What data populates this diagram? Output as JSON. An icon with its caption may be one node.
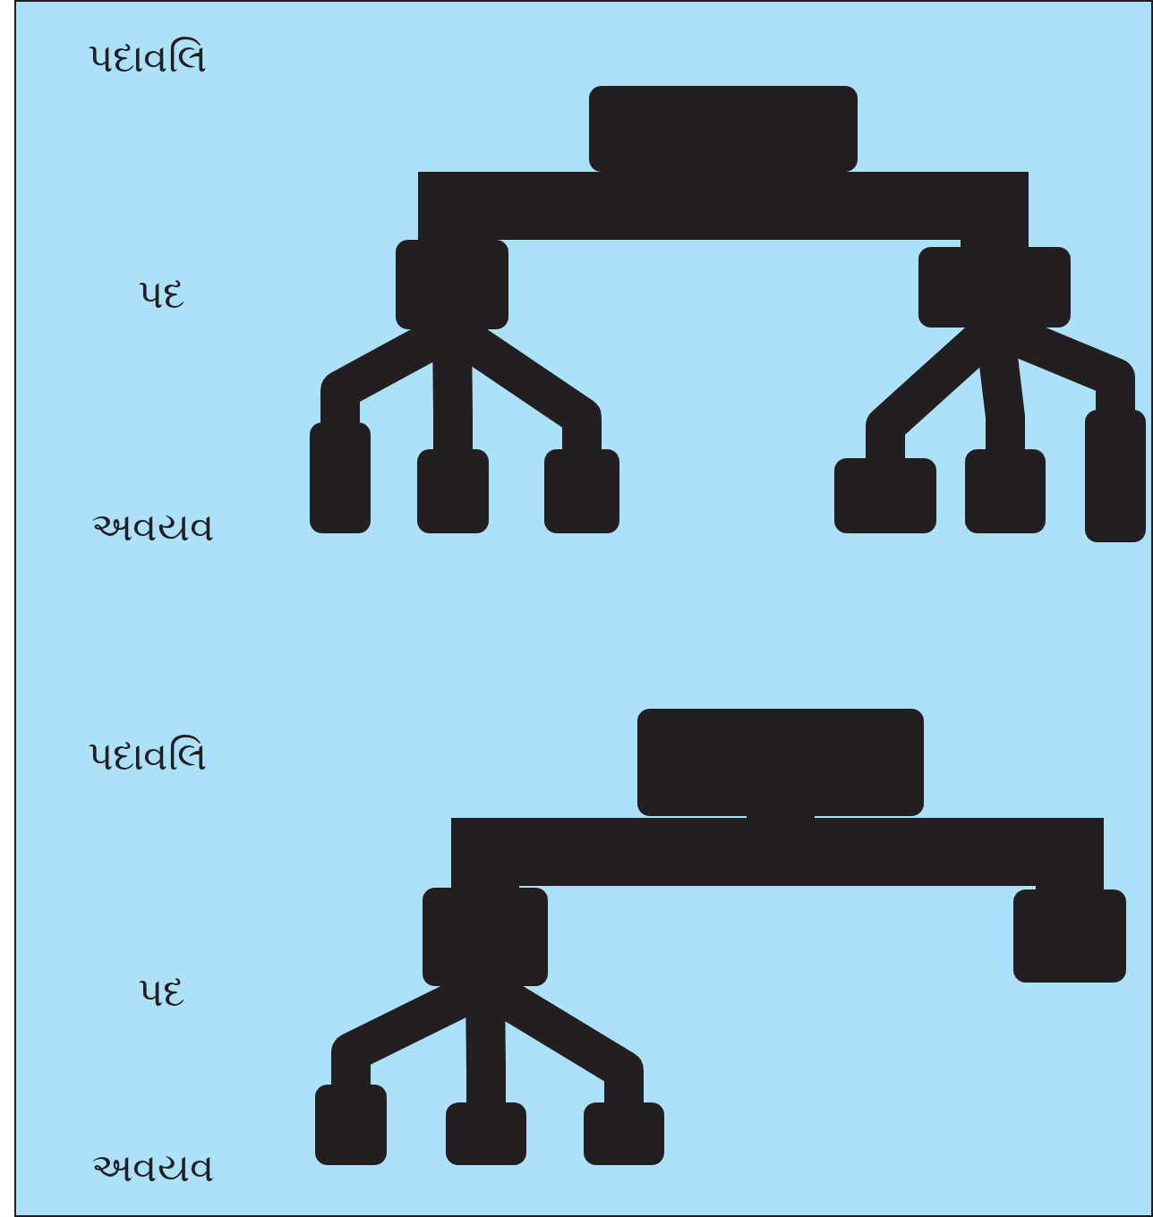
{
  "diagram": {
    "nodes": [
      {
        "text": [],
        "shape": "box"
      },
      {
        "text": [],
        "shape": "box"
      },
      {
        "text": [],
        "shape": "box"
      },
      {
        "text": [],
        "shape": "box"
      },
      {
        "text": [],
        "shape": "box"
      },
      {
        "text": [],
        "shape": "box"
      },
      {
        "text": [],
        "shape": "box"
      },
      {
        "text": [],
        "shape": "box"
      },
      {
        "text": [],
        "shape": "box"
      },
      {
        "text": [],
        "shape": "box"
      },
      {
        "text": [],
        "shape": "box"
      },
      {
        "text": [],
        "shape": "box"
      },
      {
        "text": [],
        "shape": "box"
      },
      {
        "text": [],
        "shape": "box"
      },
      {
        "text": [],
        "shape": "box"
      }
    ],
    "edges": [
      {
        "from": 0,
        "to": 1,
        "arrow": "none"
      },
      {
        "from": 0,
        "to": 2,
        "arrow": "none"
      },
      {
        "from": 1,
        "to": 3,
        "arrow": "none"
      },
      {
        "from": 1,
        "to": 4,
        "arrow": "none"
      },
      {
        "from": 1,
        "to": 5,
        "arrow": "none"
      },
      {
        "from": 2,
        "to": 6,
        "arrow": "none"
      },
      {
        "from": 2,
        "to": 7,
        "arrow": "none"
      },
      {
        "from": 2,
        "to": 8,
        "arrow": "none"
      },
      {
        "from": 9,
        "to": 10,
        "arrow": "none"
      },
      {
        "from": 9,
        "to": 11,
        "arrow": "none"
      },
      {
        "from": 10,
        "to": 12,
        "arrow": "none"
      },
      {
        "from": 10,
        "to": 13,
        "arrow": "none"
      },
      {
        "from": 10,
        "to": 14,
        "arrow": "none"
      }
    ],
    "labels": [
      "પદાવલિ",
      "પદ",
      "અવયવ",
      "પદાવલિ",
      "પદ",
      "અવયવ"
    ]
  }
}
